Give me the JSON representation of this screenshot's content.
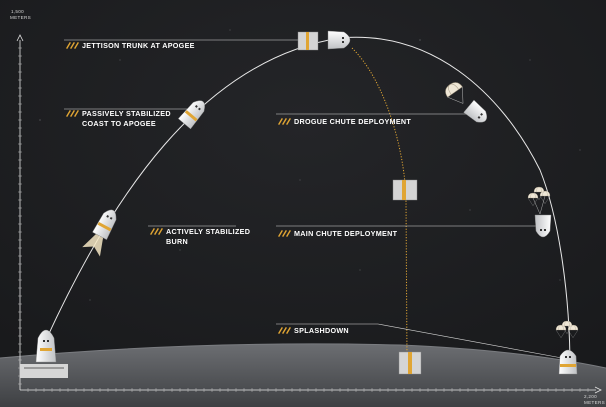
{
  "diagram": {
    "y_axis": {
      "value": "1,500",
      "unit": "METERS"
    },
    "x_axis": {
      "value": "2,200",
      "unit": "METERS"
    },
    "labels": {
      "jettison": "JETTISON TRUNK AT APOGEE",
      "coast_line1": "PASSIVELY STABILIZED",
      "coast_line2": "COAST TO APOGEE",
      "burn_line1": "ACTIVELY STABILIZED",
      "burn_line2": "BURN",
      "drogue": "DROGUE CHUTE DEPLOYMENT",
      "main_chute": "MAIN CHUTE DEPLOYMENT",
      "splashdown": "SPLASHDOWN"
    },
    "colors": {
      "background": "#1c1d1f",
      "accent": "#e0a534",
      "trajectory": "#e8e8e8",
      "ground": "#5a5c60"
    }
  }
}
